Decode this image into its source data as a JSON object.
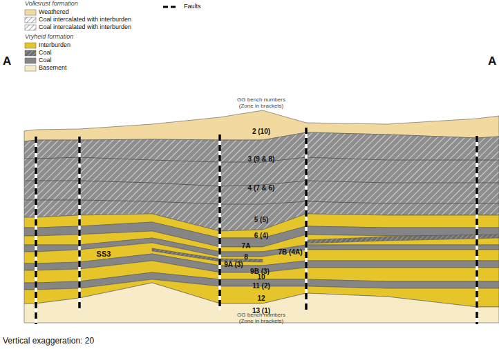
{
  "diagram": {
    "labels": [
      "Volksrust formation",
      "Vryheid formation",
      "A",
      "A",
      "GG bench numbers (Zone in brackets)",
      "GG bench numbers (Zone in brackets)",
      "2 (10)",
      "3 (9 & 8)",
      "4 (7 & 6)",
      "5 (5)",
      "6 (4)",
      "7A",
      "7B (4A)",
      "8",
      "9A (3)",
      "9B (3)",
      "10",
      "11 (2)",
      "12",
      "13 (1)",
      "SS3",
      "Vertical exaggeration: 20"
    ],
    "legend": [
      {
        "text": "Weathered",
        "color": "#f2d9a0"
      },
      {
        "text": "Coal intercalated with interburden"
      },
      {
        "text": "Coal intercalated with interburden"
      },
      {
        "text": "Interburden",
        "color": "#e6c52a"
      },
      {
        "text": "Coal"
      },
      {
        "text": "Coal",
        "color": "#858585"
      },
      {
        "text": "Basement",
        "color": "#f8ecc8"
      },
      {
        "text": "Faults"
      }
    ]
  }
}
